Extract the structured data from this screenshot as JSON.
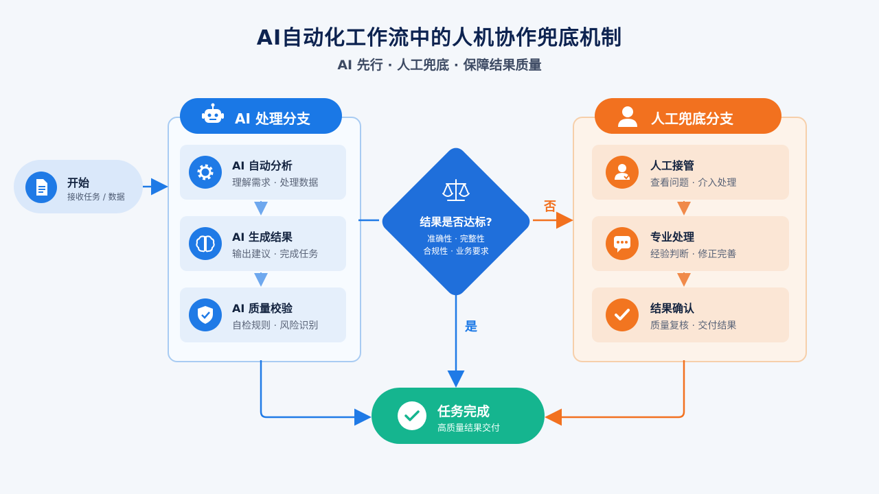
{
  "title": "AI自动化工作流中的人机协作兜底机制",
  "subtitle": "AI 先行 · 人工兜底 · 保障结果质量",
  "start": {
    "title": "开始",
    "sub": "接收任务 / 数据",
    "icon": "document-icon"
  },
  "ai_branch": {
    "header": "AI 处理分支",
    "icon": "robot-icon",
    "steps": [
      {
        "title": "AI 自动分析",
        "sub": "理解需求 · 处理数据",
        "icon": "gear-icon"
      },
      {
        "title": "AI 生成结果",
        "sub": "输出建议 · 完成任务",
        "icon": "brain-icon"
      },
      {
        "title": "AI 质量校验",
        "sub": "自检规则 · 风险识别",
        "icon": "shield-check-icon"
      }
    ]
  },
  "decision": {
    "title": "结果是否达标?",
    "line1": "准确性 · 完整性",
    "line2": "合规性 · 业务要求",
    "icon": "scale-icon",
    "no_label": "否",
    "yes_label": "是"
  },
  "human_branch": {
    "header": "人工兜底分支",
    "icon": "person-icon",
    "steps": [
      {
        "title": "人工接管",
        "sub": "查看问题 · 介入处理",
        "icon": "user-takeover-icon"
      },
      {
        "title": "专业处理",
        "sub": "经验判断 · 修正完善",
        "icon": "chat-icon"
      },
      {
        "title": "结果确认",
        "sub": "质量复核 · 交付结果",
        "icon": "check-icon"
      }
    ]
  },
  "done": {
    "title": "任务完成",
    "sub": "高质量结果交付",
    "icon": "check-circle-icon"
  },
  "colors": {
    "ai": "#1a78e6",
    "human": "#f2711f",
    "done": "#15b58f",
    "title": "#0d2350"
  }
}
